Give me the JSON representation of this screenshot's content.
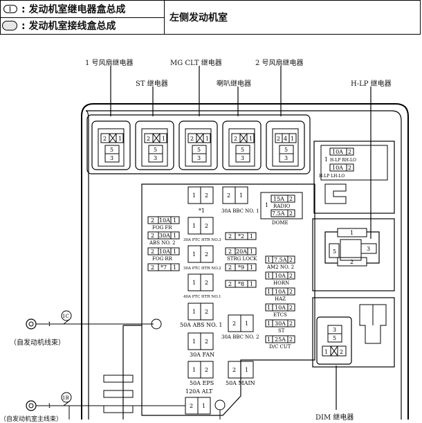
{
  "header": {
    "row1_label": ": 发动机室继电器盒总成",
    "row2_label": ": 发动机室接线盒总成",
    "location": "左侧发动机室"
  },
  "callouts": {
    "fan1": "1 号风扇继电器",
    "mgclt": "MG CLT 继电器",
    "fan2": "2 号风扇继电器",
    "st": "ST 继电器",
    "horn": "喇叭继电器",
    "hlp": "H-LP 继电器",
    "dim": "DIM 继电器"
  },
  "connectors": {
    "c1": "1C",
    "c2": "1B",
    "from1": "（自发动机线束）",
    "from2": "（自发动机室主线束）",
    "pin": "1"
  },
  "relays": {
    "fan1_pins": [
      "2",
      "1",
      "5",
      "3"
    ],
    "st_pins": [
      "2",
      "1",
      "5",
      "3"
    ],
    "mgclt_pins": [
      "2",
      "1",
      "5",
      "3"
    ],
    "horn_pins": [
      "2",
      "1",
      "5",
      "3"
    ],
    "fan2_pins": [
      "2",
      "4",
      "1",
      "5",
      "3"
    ]
  },
  "hlp": {
    "f1_amp": "10A",
    "f1_pin": "2",
    "f1_name": "H-LP RH-LO",
    "f2_amp": "10A",
    "f2_pin": "2",
    "f2_name": "H-LP LH-LO",
    "left_pin": "1"
  },
  "dim": {
    "pins": [
      "3",
      "5",
      "1",
      "2"
    ]
  },
  "big_relay": {
    "pins": [
      "1",
      "5",
      "3",
      "2"
    ]
  },
  "fuses": {
    "fog_fr": {
      "a": "2",
      "amp": "10A",
      "b": "1",
      "name": "FOG FR"
    },
    "abs2": {
      "a": "2",
      "amp": "30A",
      "b": "1",
      "name": "ABS NO. 2"
    },
    "fog_rr": {
      "a": "2",
      "amp": "10A",
      "b": "1",
      "name": "FOG RR"
    },
    "star7": {
      "a": "2",
      "amp": "*7",
      "b": "1"
    },
    "star1": {
      "name": "*1"
    },
    "bbc1": {
      "name": "30A BBC NO. 1"
    },
    "radio": {
      "amp": "15A",
      "pin": "2",
      "name": "RADIO"
    },
    "dome": {
      "amp": "7.5A",
      "pin": "2",
      "name": "DOME",
      "left": "1"
    },
    "ptc3": {
      "name": "30A PTC HTR NO.3"
    },
    "star2": {
      "a": "2",
      "amp": "*2",
      "b": "1"
    },
    "strg": {
      "a": "2",
      "amp": "20A",
      "b": "1",
      "name": "STRG LOCK"
    },
    "ptc2": {
      "name": "30A PTC HTR NO.2"
    },
    "star9": {
      "a": "2",
      "amp": "*9",
      "b": "1"
    },
    "star8": {
      "a": "2",
      "amp": "*8",
      "b": "1"
    },
    "ptc1": {
      "name": "40A PTC HTR NO.1"
    },
    "am2": {
      "a": "1",
      "amp": "7.5A",
      "b": "2",
      "name": "AM2 NO. 2"
    },
    "horn": {
      "a": "1",
      "amp": "10A",
      "b": "2",
      "name": "HORN"
    },
    "haz": {
      "a": "1",
      "amp": "10A",
      "b": "2",
      "name": "HAZ"
    },
    "etcs": {
      "a": "1",
      "amp": "10A",
      "b": "2",
      "name": "ETCS"
    },
    "st": {
      "a": "1",
      "amp": "30A",
      "b": "2",
      "name": "ST"
    },
    "dccut": {
      "a": "1",
      "amp": "25A",
      "b": "2",
      "name": "D/C CUT"
    },
    "abs1": {
      "name": "50A ABS NO. 1"
    },
    "bbc2": {
      "name": "30A BBC NO. 2"
    },
    "fan": {
      "name": "30A FAN"
    },
    "eps": {
      "name": "50A EPS"
    },
    "main": {
      "name": "50A MAIN"
    },
    "alt": {
      "name": "120A ALT"
    },
    "pin1": "1",
    "pin2": "2"
  }
}
